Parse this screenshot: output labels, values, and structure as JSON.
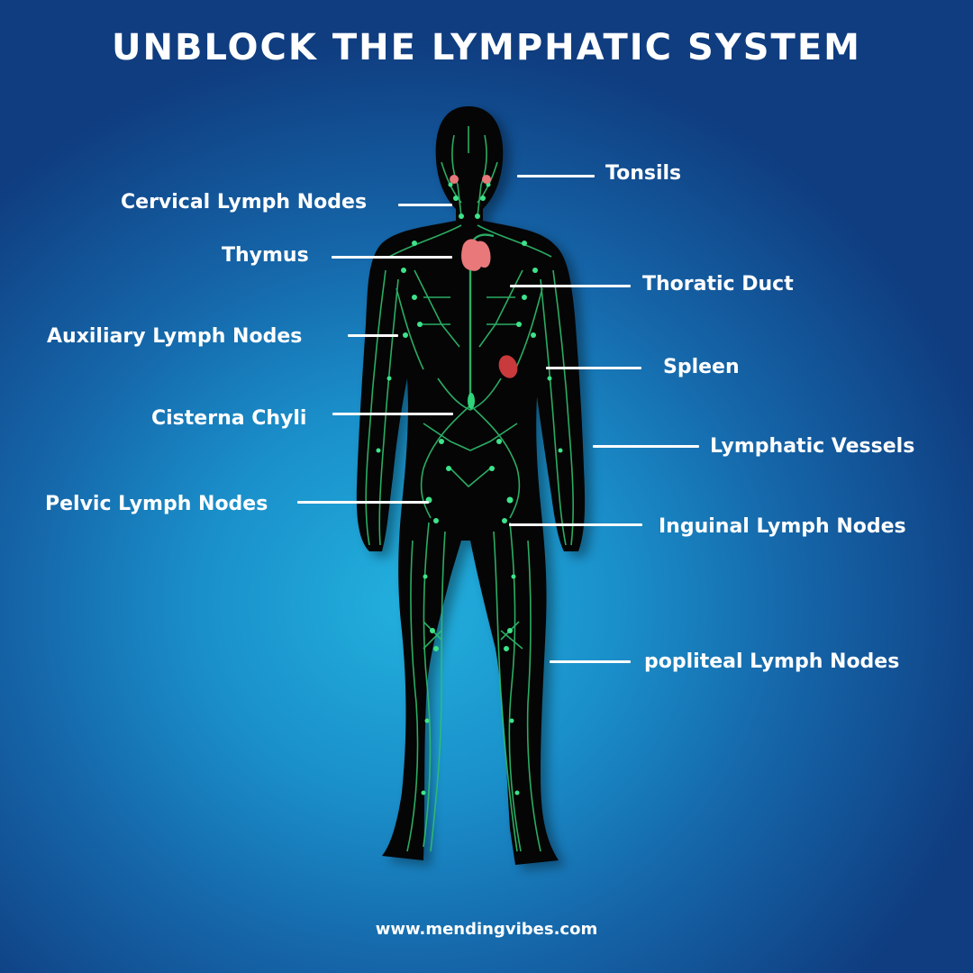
{
  "title": "UNBLOCK THE LYMPHATIC SYSTEM",
  "labels": {
    "tonsils": "Tonsils",
    "cervical": "Cervical Lymph Nodes",
    "thymus": "Thymus",
    "thoracic_duct": "Thoratic Duct",
    "axillary": "Auxiliary  Lymph Nodes",
    "spleen": "Spleen",
    "cisterna": "Cisterna Chyli",
    "vessels": "Lymphatic Vessels",
    "pelvic": "Pelvic Lymph Nodes",
    "inguinal": "Inguinal Lymph Nodes",
    "popliteal": "popliteal Lymph Nodes"
  },
  "footer": "www.mendingvibes.com",
  "colors": {
    "silhouette": "#050505",
    "vessel": "#2fbf6e",
    "node": "#3ee38a",
    "organ": "#e8787a",
    "spleen": "#c83a3c"
  }
}
